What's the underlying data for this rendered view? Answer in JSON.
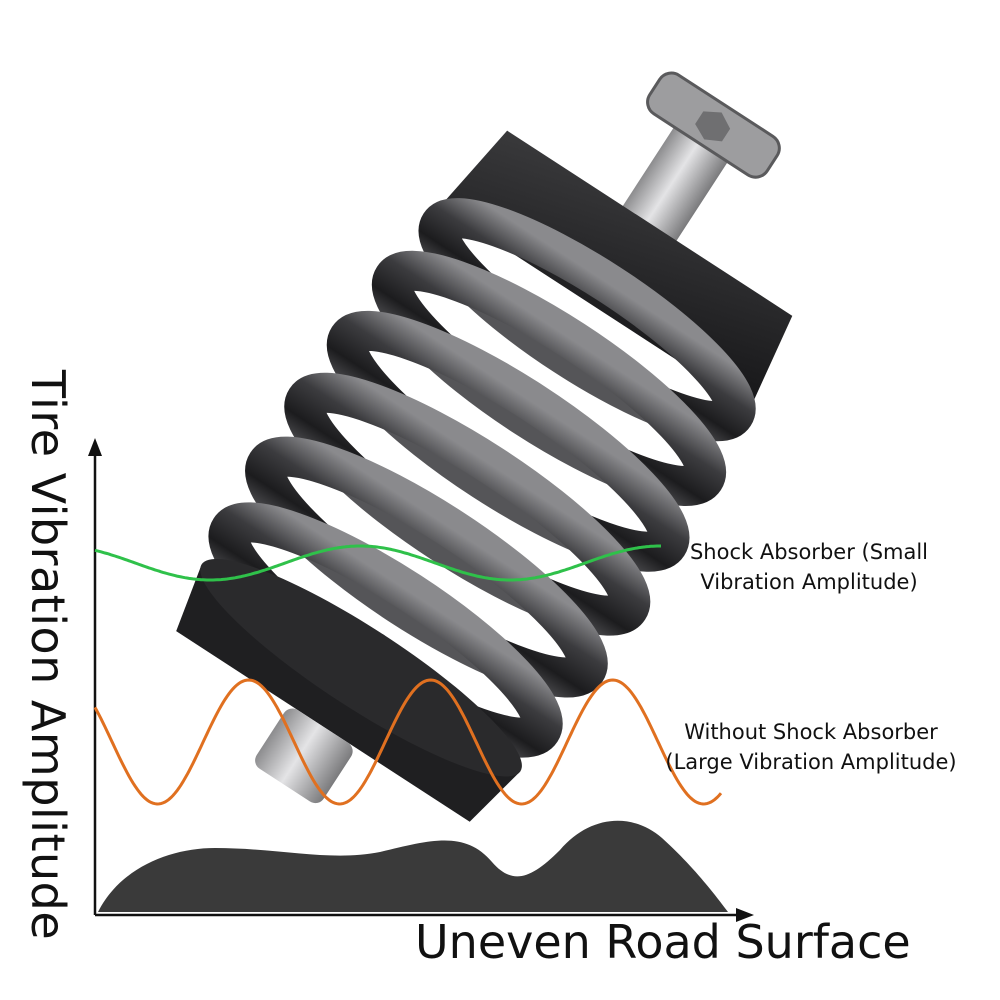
{
  "axes": {
    "y_label": "Tire Vibration Amplitude",
    "x_label": "Uneven Road Surface"
  },
  "curves": [
    {
      "id": "with_shock_absorber",
      "label_line1": "Shock Absorber (Small",
      "label_line2": "Vibration Amplitude)",
      "color": "#2fc14a",
      "relative_amplitude": "small"
    },
    {
      "id": "without_shock_absorber",
      "label_line1": "Without Shock Absorber",
      "label_line2": "(Large Vibration Amplitude)",
      "color": "#e07020",
      "relative_amplitude": "large"
    }
  ],
  "product": {
    "name": "coilover shock absorber",
    "spring_color": "#4a4a4c",
    "body_color": "#1e1e20",
    "shaft_color": "#b9b9bb"
  },
  "road_surface_color": "#3a3a3a"
}
